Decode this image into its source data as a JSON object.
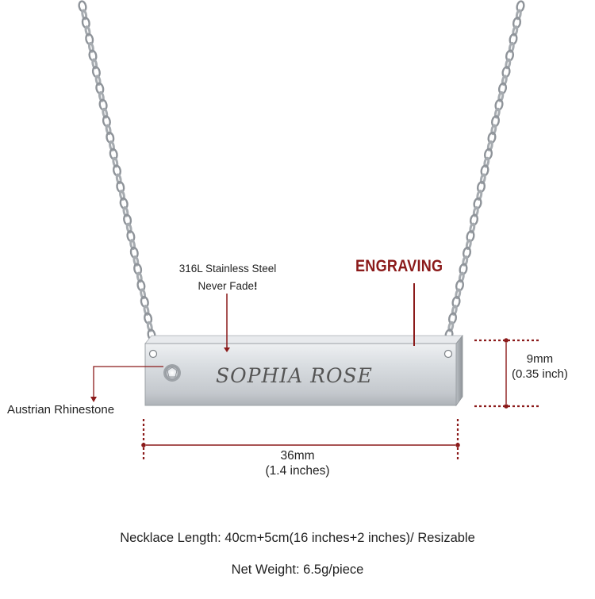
{
  "product": {
    "material_line1": "316L Stainless Steel",
    "material_line2": "Never Fade",
    "material_mark": "!",
    "engraving_label": "ENGRAVING",
    "engraved_text": "SOPHIA ROSE",
    "stone_label": "Austrian Rhinestone",
    "height_mm": "9mm",
    "height_in": "(0.35 inch)",
    "width_mm": "36mm",
    "width_in": "(1.4 inches)",
    "length_spec": "Necklace Length: 40cm+5cm(16 inches+2 inches)/ Resizable",
    "weight_spec": "Net Weight: 6.5g/piece"
  },
  "colors": {
    "accent_red": "#8b1a1a",
    "steel": "#c9cdd2",
    "text": "#222222"
  },
  "icons": [
    "necklace-chain",
    "bar-pendant",
    "rhinestone-icon",
    "dimension-arrow"
  ]
}
